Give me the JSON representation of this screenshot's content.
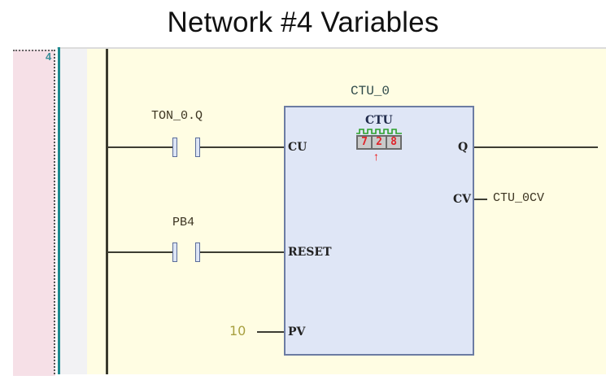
{
  "title": "Network #4 Variables",
  "network": {
    "number": "4"
  },
  "colors": {
    "rail": "#3a3a2e",
    "block_fill": "#dfe6f6",
    "block_border": "#6c7ca3",
    "background": "#fffde3",
    "gutter": "#f6e0e7",
    "accent_teal": "#1d8a90",
    "counter_digit": "#e0242a",
    "constant": "#a8a040"
  },
  "rungs": [
    {
      "contact": {
        "tag": "TON_0.Q",
        "type": "normally-open"
      },
      "target_pin": "CU"
    },
    {
      "contact": {
        "tag": "PB4",
        "type": "normally-open"
      },
      "target_pin": "RESET"
    },
    {
      "constant": "10",
      "target_pin": "PV"
    }
  ],
  "block": {
    "instance": "CTU_0",
    "type": "CTU",
    "inputs": [
      "CU",
      "RESET",
      "PV"
    ],
    "outputs": [
      "Q",
      "CV"
    ],
    "counter_display": [
      "7",
      "2",
      "8"
    ],
    "cv_variable": "CTU_0CV"
  }
}
